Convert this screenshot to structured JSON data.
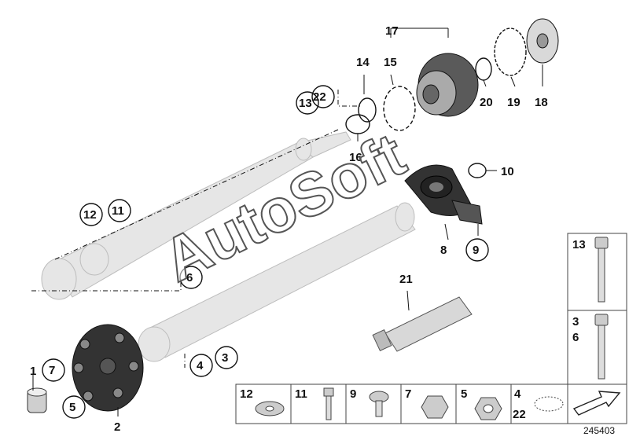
{
  "callouts": {
    "c1": "1",
    "c2": "2",
    "c3": "3",
    "c4": "4",
    "c5": "5",
    "c6": "6",
    "c7": "7",
    "c8": "8",
    "c9": "9",
    "c10": "10",
    "c11": "11",
    "c12": "12",
    "c13": "13",
    "c14": "14",
    "c15": "15",
    "c16": "16",
    "c17": "17",
    "c18": "18",
    "c19": "19",
    "c20": "20",
    "c21": "21",
    "c22": "22"
  },
  "side_panel": {
    "bolt_long_label": "13",
    "bolt_short_label_a": "3",
    "bolt_short_label_b": "6"
  },
  "bottom_panel": {
    "tiles": [
      "12",
      "11",
      "9",
      "7",
      "5",
      "4",
      "22"
    ]
  },
  "watermark": "AutoSoft",
  "diagram_id": "245403",
  "icons": {
    "flex_disc": "flex-disc-icon",
    "center_bearing": "center-bearing-icon",
    "grease_tube": "grease-tube-icon",
    "arrow": "arrow-icon"
  }
}
